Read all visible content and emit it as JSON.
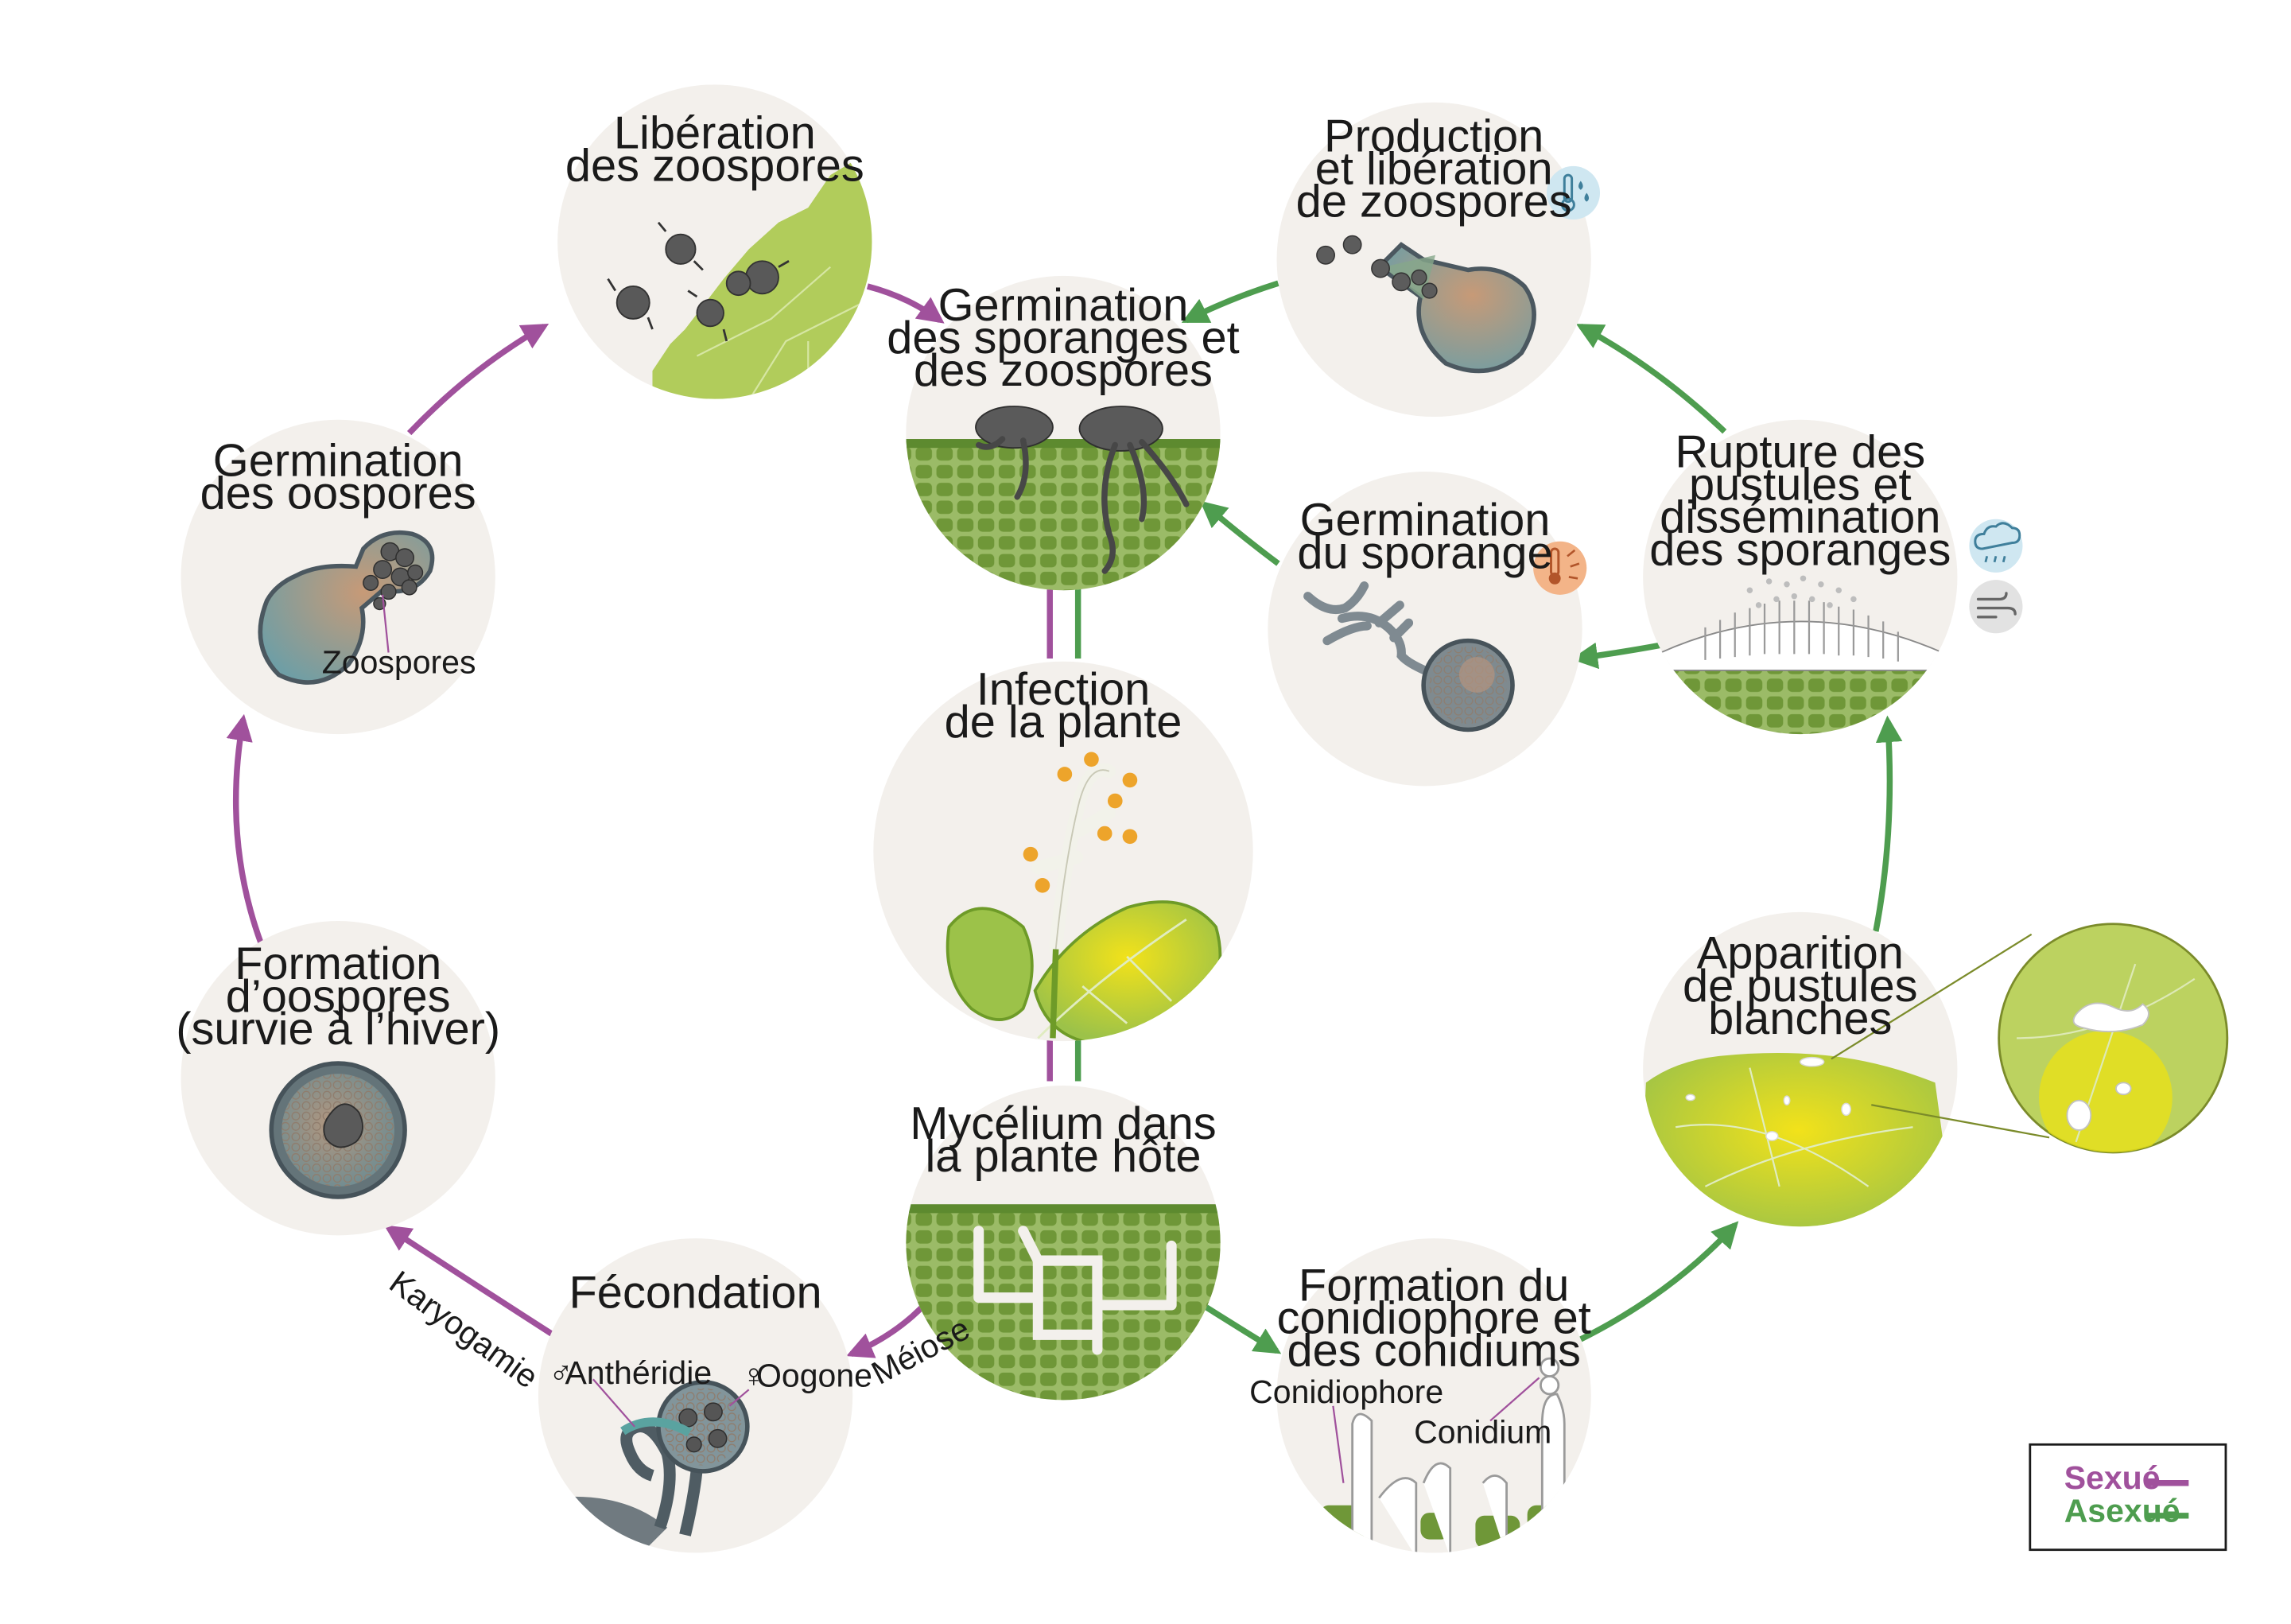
{
  "colors": {
    "sexual": "#a0519c",
    "asexual": "#4e9d4f",
    "circle_bg": "#f3f0ec",
    "leaf_light": "#b1cc5b",
    "tissue_green": "#79a03f",
    "cell_green": "#8cb24e",
    "spore_dark": "#5a5a5a",
    "sporangium_rim": "#596a74"
  },
  "nodes": {
    "liberation_zoospores": {
      "line1": "Libération",
      "line2": "des zoospores"
    },
    "production_zoospores": {
      "line1": "Production",
      "line2": "et libération",
      "line3": "de zoospores"
    },
    "germination_sporanges": {
      "line1": "Germination",
      "line2": "des sporanges et",
      "line3": "des zoospores"
    },
    "germination_oospores": {
      "line1": "Germination",
      "line2": "des oospores",
      "label_zoospores": "Zoospores"
    },
    "germination_sporange": {
      "line1": "Germination",
      "line2": "du sporange"
    },
    "rupture_pustules": {
      "line1": "Rupture des",
      "line2": "pustules et",
      "line3": "dissémination",
      "line4": "des sporanges"
    },
    "infection": {
      "line1": "Infection",
      "line2": "de la plante"
    },
    "formation_oospores": {
      "line1": "Formation",
      "line2": "d’oospores",
      "line3": "(survie à l’hiver)"
    },
    "apparition_pustules": {
      "line1": "Apparition",
      "line2": "de pustules",
      "line3": "blanches"
    },
    "mycelium": {
      "line1": "Mycélium dans",
      "line2": "la plante hôte"
    },
    "fecondation": {
      "line1": "Fécondation",
      "label_antheridie": "Anthéridie",
      "label_oogone": "Oogone",
      "male_symbol": "♂",
      "female_symbol": "♀"
    },
    "formation_conidiophore": {
      "line1": "Formation du",
      "line2": "conidiophore et",
      "line3": "des conidiums",
      "label_conidiophore": "Conidiophore",
      "label_conidium": "Conidium"
    }
  },
  "edge_labels": {
    "karyogamie": "Karyogamie",
    "meiose": "Méiose"
  },
  "icons": {
    "production_zoospores": "thermometer-humidity-icon",
    "germination_sporange": "thermometer-warm-icon",
    "rupture_rain": "rain-cloud-icon",
    "rupture_wind": "wind-icon"
  },
  "legend": {
    "sexual_label": "Sexué",
    "asexual_label": "Asexué"
  }
}
